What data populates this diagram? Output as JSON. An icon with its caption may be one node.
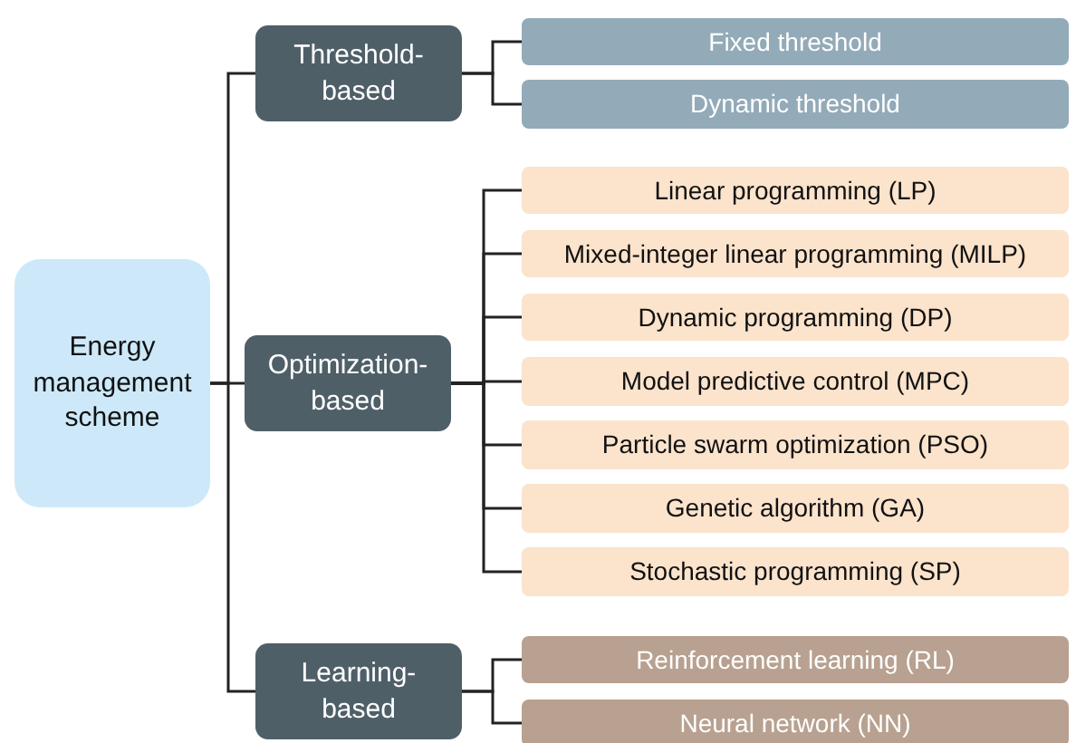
{
  "diagram": {
    "nodes": [
      {
        "text": [
          "Energy management scheme"
        ]
      },
      {
        "text": [
          "Threshold-based"
        ]
      },
      {
        "text": [
          "Fixed threshold"
        ]
      },
      {
        "text": [
          "Dynamic threshold"
        ]
      },
      {
        "text": [
          "Optimization-based"
        ]
      },
      {
        "text": [
          "Linear programming (LP)"
        ]
      },
      {
        "text": [
          "Mixed-integer linear programming (MILP)"
        ]
      },
      {
        "text": [
          "Dynamic programming (DP)"
        ]
      },
      {
        "text": [
          "Model predictive control (MPC)"
        ]
      },
      {
        "text": [
          "Particle swarm optimization (PSO)"
        ]
      },
      {
        "text": [
          "Genetic algorithm (GA)"
        ]
      },
      {
        "text": [
          "Stochastic programming (SP)"
        ]
      },
      {
        "text": [
          "Learning-based"
        ]
      },
      {
        "text": [
          "Reinforcement learning (RL)"
        ]
      },
      {
        "text": [
          "Neural network (NN)"
        ]
      }
    ],
    "edges": [
      {
        "from": 0,
        "to": 1,
        "arrow": "none"
      },
      {
        "from": 0,
        "to": 4,
        "arrow": "none"
      },
      {
        "from": 0,
        "to": 12,
        "arrow": "none"
      },
      {
        "from": 1,
        "to": 2,
        "arrow": "none"
      },
      {
        "from": 1,
        "to": 3,
        "arrow": "none"
      },
      {
        "from": 4,
        "to": 5,
        "arrow": "none"
      },
      {
        "from": 4,
        "to": 6,
        "arrow": "none"
      },
      {
        "from": 4,
        "to": 7,
        "arrow": "none"
      },
      {
        "from": 4,
        "to": 8,
        "arrow": "none"
      },
      {
        "from": 4,
        "to": 9,
        "arrow": "none"
      },
      {
        "from": 4,
        "to": 10,
        "arrow": "none"
      },
      {
        "from": 4,
        "to": 11,
        "arrow": "none"
      },
      {
        "from": 12,
        "to": 13,
        "arrow": "none"
      },
      {
        "from": 12,
        "to": 14,
        "arrow": "none"
      }
    ]
  }
}
